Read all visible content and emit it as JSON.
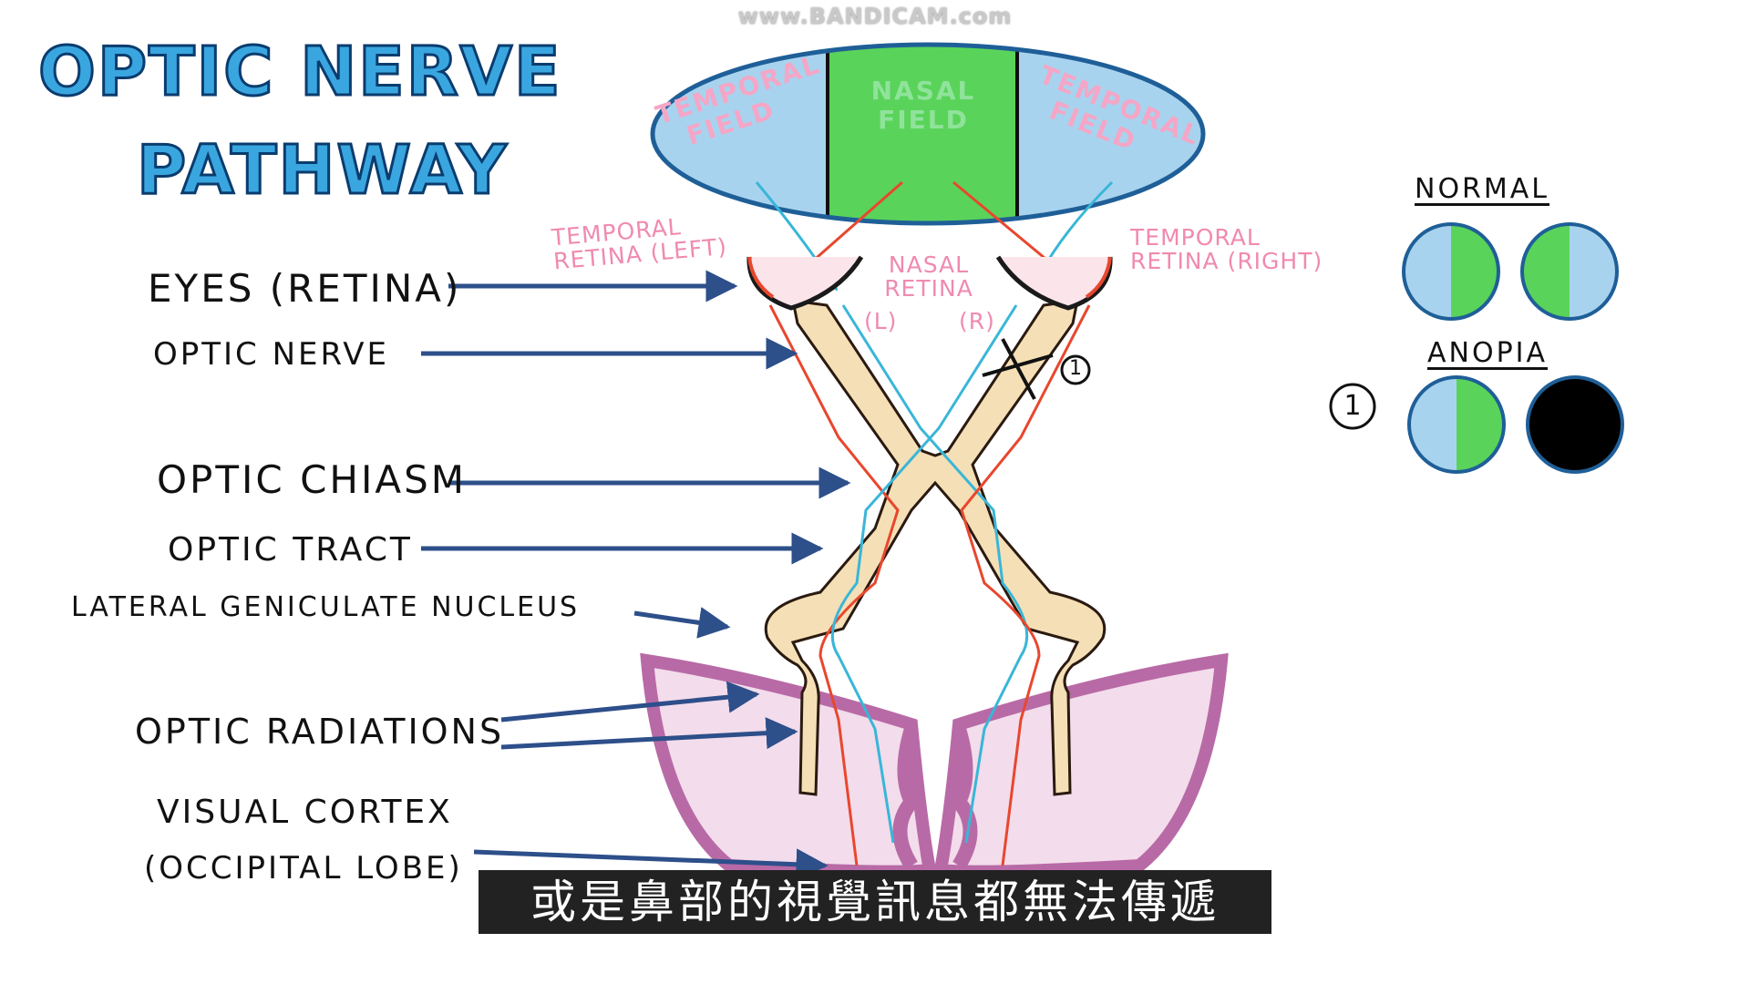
{
  "watermark": "www.BANDICAM.com",
  "title": {
    "line1": "OPTIC NERVE",
    "line2": "PATHWAY"
  },
  "visual_field": {
    "left": "TEMPORAL FIELD",
    "center": "NASAL FIELD",
    "right": "TEMPORAL FIELD"
  },
  "retina_labels": {
    "temporal_left": "TEMPORAL RETINA (LEFT)",
    "nasal": "NASAL RETINA",
    "nasal_left": "(L)",
    "nasal_right": "(R)",
    "temporal_right": "TEMPORAL RETINA (RIGHT)"
  },
  "structures": {
    "eyes": "EYES (RETINA)",
    "optic_nerve": "OPTIC NERVE",
    "optic_chiasm": "OPTIC CHIASM",
    "optic_tract": "OPTIC TRACT",
    "lgn": "LATERAL GENICULATE NUCLEUS",
    "optic_radiations": "OPTIC RADIATIONS",
    "visual_cortex_line1": "VISUAL CORTEX",
    "visual_cortex_line2": "(OCCIPITAL LOBE)"
  },
  "lesion_marker": "1",
  "field_defects": {
    "normal": "NORMAL",
    "anopia": "ANOPIA",
    "row_marker": "1"
  },
  "subtitle": "或是鼻部的視覺訊息都無法傳遞",
  "colors": {
    "temporal_field": "#a8d3ee",
    "nasal_field": "#5ad35a",
    "outline": "#1f5f98",
    "nerve": "#f5dfb6",
    "nerve_outline": "#2a1a10",
    "red_pathway": "#e8472e",
    "blue_pathway": "#39b6d8",
    "cortex_inner": "#f3dceb",
    "cortex_outer": "#b86aa6",
    "label_arrow": "#2d4f8a"
  }
}
